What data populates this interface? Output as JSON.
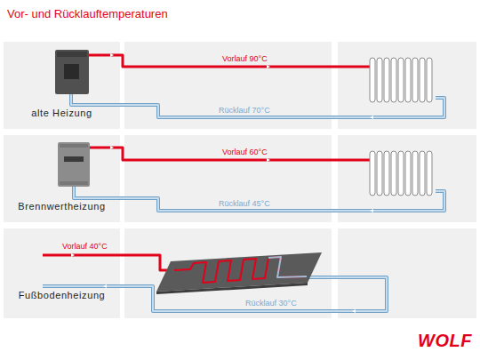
{
  "diagram": {
    "title": "Vor- und Rücklauftemperaturen",
    "nodes": [
      {
        "text": [
          "alte Heizung"
        ]
      },
      {
        "text": [
          "Brennwertheizung"
        ]
      },
      {
        "text": [
          "Fußbodenheizung"
        ]
      }
    ],
    "labels": [
      "Vorlauf 90°C",
      "Rücklauf 70°C",
      "Vorlauf 60°C",
      "Rücklauf 45°C",
      "Vorlauf 40°C",
      "Rücklauf 30°C",
      "WOLF"
    ]
  }
}
